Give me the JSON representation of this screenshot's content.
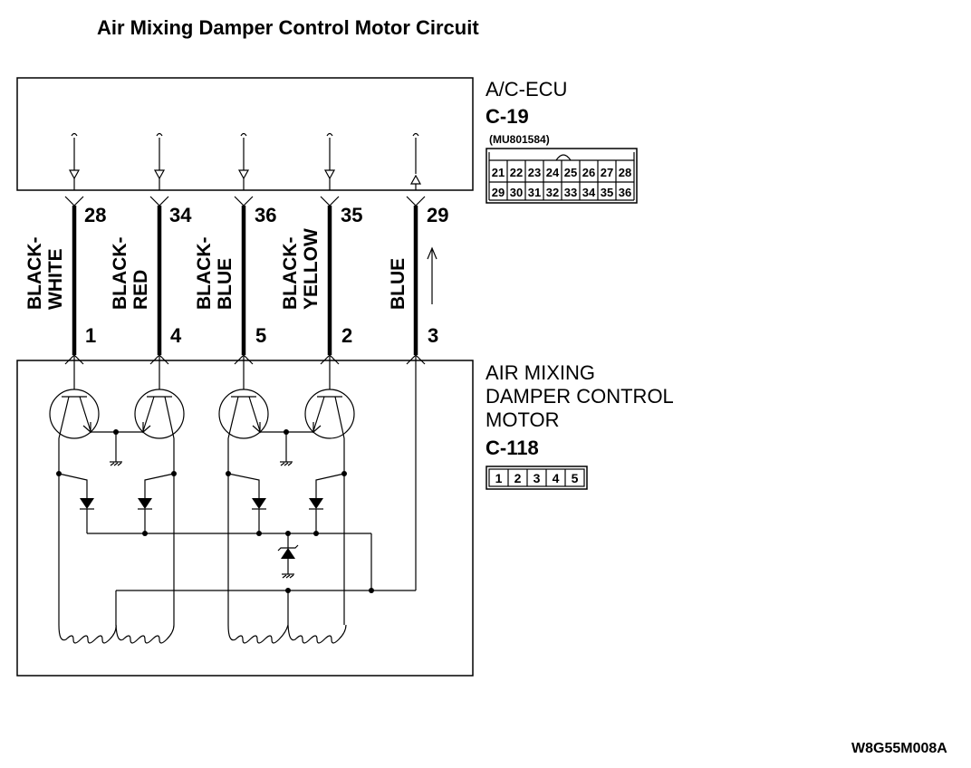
{
  "title": "Air Mixing Damper Control Motor Circuit",
  "ecu": {
    "name": "A/C-ECU",
    "connector": "C-19",
    "part_number": "(MU801584)",
    "pins_top": [
      "21",
      "22",
      "23",
      "24",
      "25",
      "26",
      "27",
      "28"
    ],
    "pins_bottom": [
      "29",
      "30",
      "31",
      "32",
      "33",
      "34",
      "35",
      "36"
    ]
  },
  "wires": [
    {
      "ecu_pin": "28",
      "motor_pin": "1",
      "color_line1": "BLACK-",
      "color_line2": "WHITE"
    },
    {
      "ecu_pin": "34",
      "motor_pin": "4",
      "color_line1": "BLACK-",
      "color_line2": "RED"
    },
    {
      "ecu_pin": "36",
      "motor_pin": "5",
      "color_line1": "BLACK-",
      "color_line2": "BLUE"
    },
    {
      "ecu_pin": "35",
      "motor_pin": "2",
      "color_line1": "BLACK-",
      "color_line2": "YELLOW"
    },
    {
      "ecu_pin": "29",
      "motor_pin": "3",
      "color_line1": "BLUE",
      "color_line2": ""
    }
  ],
  "motor": {
    "name_line1": "AIR MIXING",
    "name_line2": "DAMPER CONTROL",
    "name_line3": "MOTOR",
    "connector": "C-118",
    "pins": [
      "1",
      "2",
      "3",
      "4",
      "5"
    ]
  },
  "figure_code": "W8G55M008A"
}
